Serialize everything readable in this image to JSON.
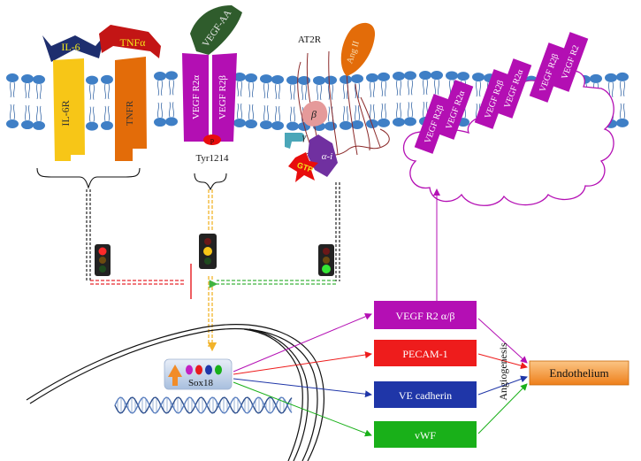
{
  "receptors": {
    "il6_ligand": "IL-6",
    "il6_receptor": "IL-6R",
    "tnf_ligand": "TNFα",
    "tnf_receptor": "TNFR",
    "vegf_ligand": "VEGF-AA",
    "vegf_r2a": "VEGF R2α",
    "vegf_r2b": "VEGF R2β",
    "phospho": "p",
    "tyr_site": "Tyr1214",
    "at2r": "AT2R",
    "ang2": "Ang II",
    "beta": "β",
    "gamma": "γ",
    "alpha_i": "α-i",
    "gtp": "GTP"
  },
  "vesicle_receptors": [
    "VEGF R2β",
    "VEGF R2α",
    "VEGF R2β",
    "VEGF R2α",
    "VEGF R2β",
    "VEGF R2"
  ],
  "nucleus": {
    "tf_label": "Sox18"
  },
  "targets": [
    {
      "label": "VEGF R2 α/β",
      "color": "#b40fb4"
    },
    {
      "label": "PECAM-1",
      "color": "#ee1c1c"
    },
    {
      "label": "VE cadherin",
      "color": "#1f36a8"
    },
    {
      "label": "vWF",
      "color": "#19b019"
    }
  ],
  "process_label": "Angiogenesis",
  "outcome_label": "Endothelium",
  "colors": {
    "membrane": "#3f7fc6",
    "il6": "#1e2e6e",
    "il6r": "#f7c617",
    "tnf": "#c31515",
    "tnfr": "#e36c09",
    "vegf_ligand": "#2f5c2c",
    "vegfr": "#b30fb3",
    "ang2": "#e36c09",
    "gbeta": "#e59a9a",
    "gamma": "#4aa6b8",
    "galpha": "#7030a0",
    "gtp": "#e80d0d",
    "inhibit": "#e8282d",
    "activate": "#3fb43f",
    "sox_arrow": "#f28c28",
    "endothelium": "#f7941d"
  }
}
